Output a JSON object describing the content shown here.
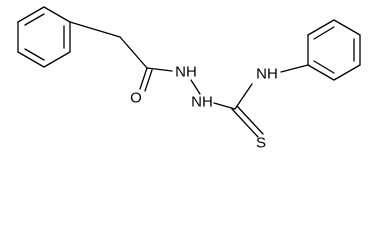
{
  "molecule": {
    "atom_labels": {
      "carbonyl_oxygen": "O",
      "hydrazide_nh": "NH",
      "hydrazine_nh": "NH",
      "anilino_nh": "NH",
      "thione_sulfur": "S"
    },
    "line_color": "#000000",
    "label_color": "#000000",
    "background": "#ffffff"
  }
}
